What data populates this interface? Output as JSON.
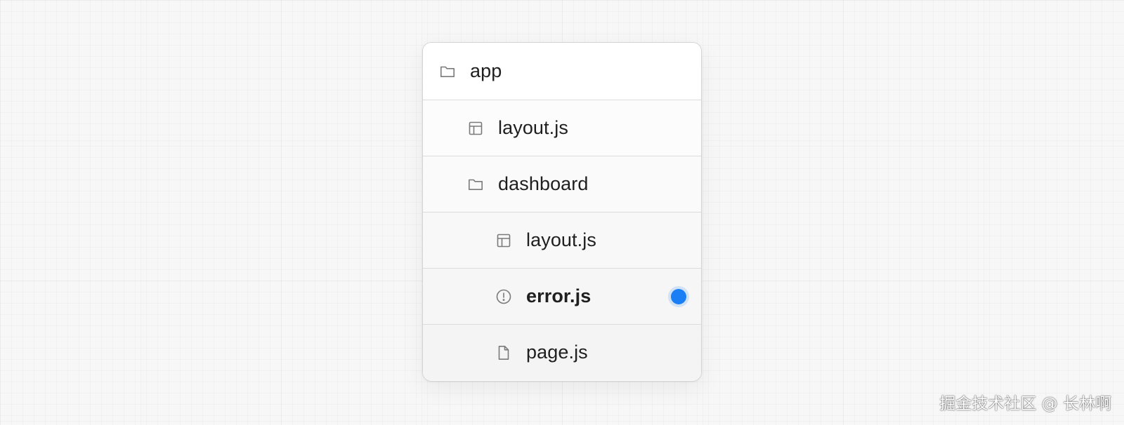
{
  "file_tree": {
    "items": [
      {
        "label": "app",
        "icon": "folder-icon",
        "depth": 0,
        "bold": false,
        "active": false
      },
      {
        "label": "layout.js",
        "icon": "layout-icon",
        "depth": 1,
        "bold": false,
        "active": false
      },
      {
        "label": "dashboard",
        "icon": "folder-icon",
        "depth": 1,
        "bold": false,
        "active": false
      },
      {
        "label": "layout.js",
        "icon": "layout-icon",
        "depth": 2,
        "bold": false,
        "active": false
      },
      {
        "label": "error.js",
        "icon": "error-icon",
        "depth": 2,
        "bold": true,
        "active": true
      },
      {
        "label": "page.js",
        "icon": "file-icon",
        "depth": 2,
        "bold": false,
        "active": false
      }
    ],
    "active_indicator_color": "#1a7ef5",
    "icon_color": "#7a7a7a"
  },
  "watermark": {
    "text": "掘金技术社区 @ 长林啊"
  }
}
